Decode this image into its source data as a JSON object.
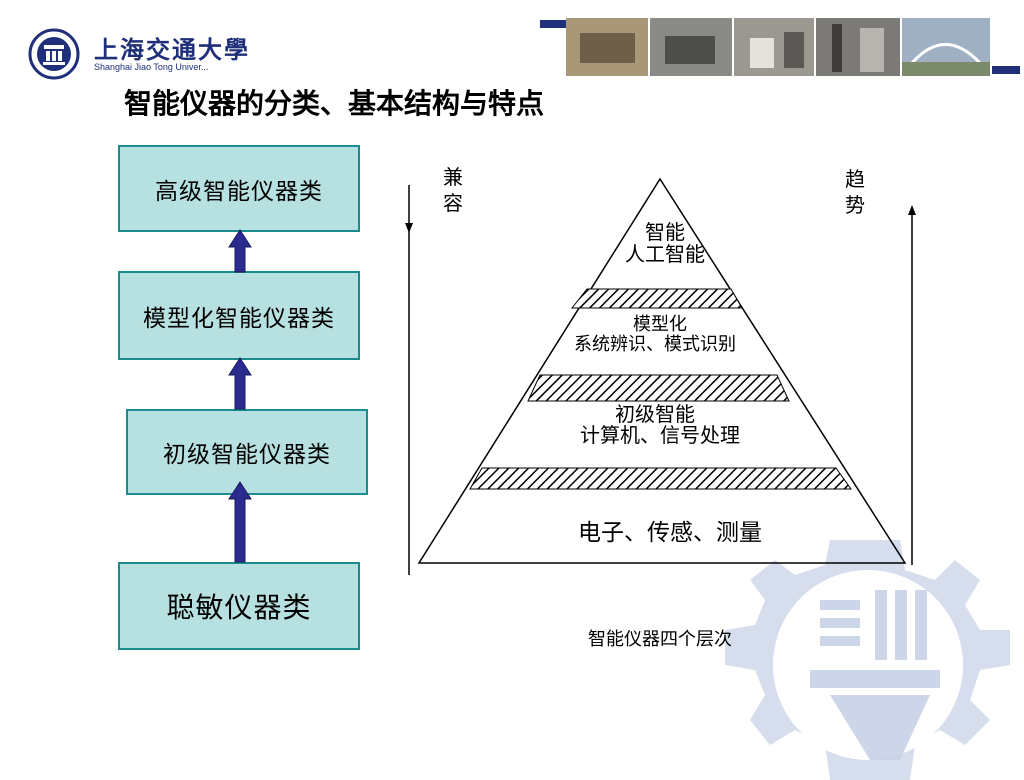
{
  "header": {
    "logo_text_cn": "上海交通大學",
    "logo_text_en": "Shanghai Jiao Tong Univer...",
    "title": "智能仪器的分类、基本结构与特点"
  },
  "left_boxes": [
    {
      "label": "高级智能仪器类"
    },
    {
      "label": "模型化智能仪器类"
    },
    {
      "label": "初级智能仪器类"
    },
    {
      "label": "聪敏仪器类"
    }
  ],
  "pyramid": {
    "levels": [
      {
        "title": "智能",
        "subtitle": "人工智能"
      },
      {
        "title": "模型化",
        "subtitle": "系统辨识、模式识别"
      },
      {
        "title": "初级智能",
        "subtitle": "计算机、信号处理"
      },
      {
        "title": "",
        "subtitle": "电子、传感、测量"
      }
    ],
    "caption": "智能仪器四个层次",
    "left_axis_label": "兼\n容",
    "right_axis_label": "趋\n势"
  },
  "colors": {
    "box_fill": "#b7e1e0",
    "box_border": "#1a8c8c",
    "arrow": "#2b2b8f",
    "brand_blue": "#1f2f7a"
  }
}
